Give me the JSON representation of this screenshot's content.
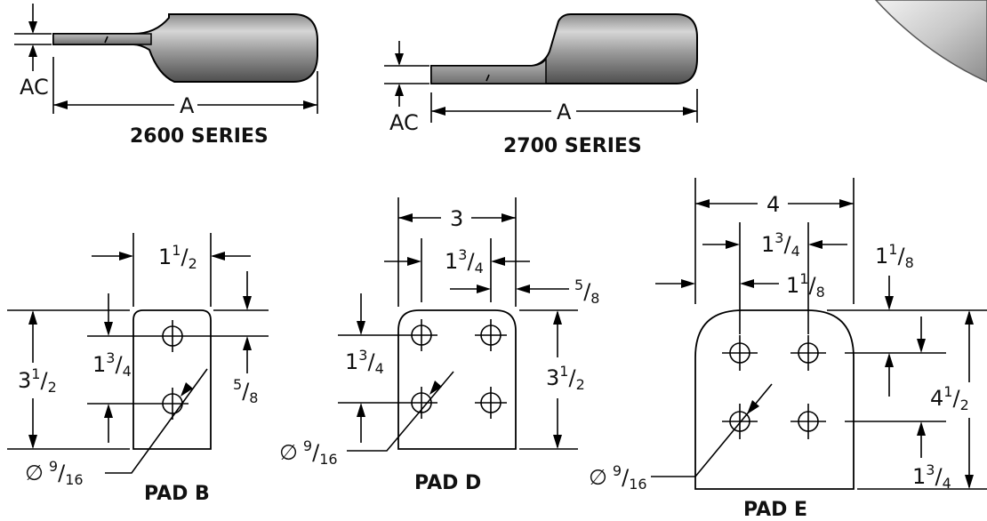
{
  "series": {
    "s2600": {
      "caption": "2600 SERIES",
      "dim_overall": "A",
      "dim_thickness": "AC"
    },
    "s2700": {
      "caption": "2700 SERIES",
      "dim_overall": "A",
      "dim_thickness": "AC"
    }
  },
  "pads": {
    "pad_b": {
      "caption": "PAD B",
      "width_top": "1",
      "width_top_sup": "1",
      "width_top_den": "2",
      "height": "3",
      "height_sup": "1",
      "height_den": "2",
      "spacing": "1",
      "spacing_sup": "3",
      "spacing_den": "4",
      "edge": "5",
      "edge_den": "8",
      "hole_sym": "∅",
      "hole": "9",
      "hole_den": "16"
    },
    "pad_d": {
      "caption": "PAD D",
      "width_overall": "3",
      "spacing_h": "1",
      "spacing_h_sup": "3",
      "spacing_h_den": "4",
      "edge": "5",
      "edge_den": "8",
      "spacing_v": "1",
      "spacing_v_sup": "3",
      "spacing_v_den": "4",
      "height": "3",
      "height_sup": "1",
      "height_den": "2",
      "hole_sym": "∅",
      "hole": "9",
      "hole_den": "16"
    },
    "pad_e": {
      "caption": "PAD E",
      "width_overall": "4",
      "spacing_h": "1",
      "spacing_h_sup": "3",
      "spacing_h_den": "4",
      "edge_left": "1",
      "edge_left_sup": "1",
      "edge_left_den": "8",
      "edge_top": "1",
      "edge_top_sup": "1",
      "edge_top_den": "8",
      "height": "4",
      "height_sup": "1",
      "height_den": "2",
      "bottom": "1",
      "bottom_sup": "3",
      "bottom_den": "4",
      "hole_sym": "∅",
      "hole": "9",
      "hole_den": "16"
    }
  },
  "colors": {
    "line": "#000000",
    "shade_dark": "#5a5a5a",
    "shade_light": "#cfcfcf",
    "background": "#ffffff"
  }
}
